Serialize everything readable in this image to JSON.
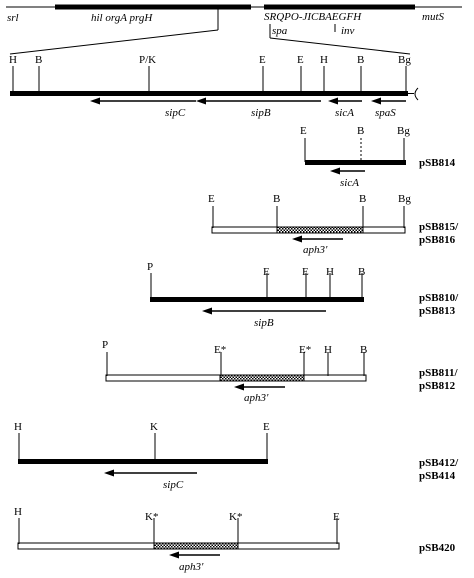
{
  "chromosome": {
    "left_label": "srl",
    "left_genes": "hil orgA prgH",
    "right_genes": "SRQPO-JICBAEGFH",
    "spa": "spa",
    "inv": "inv",
    "right_label": "mutS"
  },
  "expanded": {
    "sites": {
      "H1": "H",
      "B1": "B",
      "PK": "P/K",
      "E1": "E",
      "E2": "E",
      "H2": "H",
      "B2": "B",
      "Bg": "Bg"
    },
    "genes": {
      "sipC": "sipC",
      "sipB": "sipB",
      "sicA": "sicA",
      "spaS": "spaS"
    }
  },
  "constructs": [
    {
      "name": "pSB814",
      "sites": [
        "E",
        "B",
        "Bg"
      ],
      "gene": "sicA"
    },
    {
      "name": "pSB815/ pSB816",
      "sites": [
        "E",
        "B",
        "B",
        "Bg"
      ],
      "gene": "aph3'"
    },
    {
      "name": "pSB810/ pSB813",
      "sites": [
        "P",
        "E",
        "E",
        "H",
        "B"
      ],
      "gene": "sipB"
    },
    {
      "name": "pSB811/ pSB812",
      "sites": [
        "P",
        "E*",
        "E*",
        "H",
        "B"
      ],
      "gene": "aph3'"
    },
    {
      "name": "pSB412/ pSB414",
      "sites": [
        "H",
        "K",
        "E"
      ],
      "gene": "sipC"
    },
    {
      "name": "pSB420",
      "sites": [
        "H",
        "K*",
        "K*",
        "E"
      ],
      "gene": "aph3'"
    }
  ]
}
